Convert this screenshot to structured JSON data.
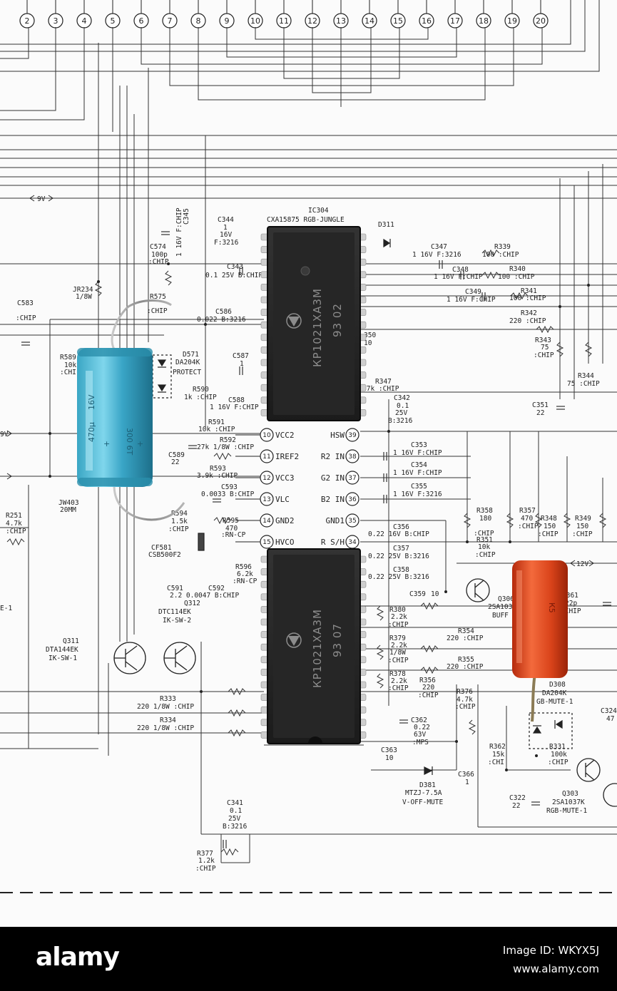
{
  "schematic": {
    "top_pins": [
      "2",
      "3",
      "4",
      "5",
      "6",
      "7",
      "8",
      "9",
      "10",
      "11",
      "12",
      "13",
      "14",
      "15",
      "16",
      "17",
      "18",
      "19",
      "20"
    ],
    "rail_9v": "9V",
    "rail_12v": "12V",
    "ic_top_title": "IC304",
    "ic_top_subtitle": "CXA15875 RGB-JUNGLE",
    "pins_left": [
      {
        "num": "10",
        "name": "VCC2"
      },
      {
        "num": "11",
        "name": "IREF2"
      },
      {
        "num": "12",
        "name": "VCC3"
      },
      {
        "num": "13",
        "name": "VLC"
      },
      {
        "num": "14",
        "name": "GND2"
      },
      {
        "num": "15",
        "name": "HVCO"
      }
    ],
    "pins_right": [
      {
        "num": "39",
        "name": "HSW"
      },
      {
        "num": "38",
        "name": "R2 IN"
      },
      {
        "num": "37",
        "name": "G2 IN"
      },
      {
        "num": "36",
        "name": "B2 IN"
      },
      {
        "num": "35",
        "name": "GND1"
      },
      {
        "num": "34",
        "name": "R S/H"
      }
    ],
    "labels": {
      "c344": "C344",
      "c344_v": "1",
      "c344_r": "16V",
      "c344_p": "F:3216",
      "c345": "C345",
      "c345_v": "1 16V F:CHIP",
      "c574": "C574",
      "c574_v": "100p",
      "c574_p": ":CHIP",
      "c343": "C343",
      "c343_v": "0.1 25V B:CHIP",
      "d311": "D311",
      "c347": "C347",
      "c347_v": "1 16V F:3216",
      "r339": "R339",
      "r339_v": "100 :CHIP",
      "c348": "C348",
      "c348_v": "1 16V F:CHIP",
      "r340": "R340",
      "r340_v": "100 :CHIP",
      "c349": "C349",
      "c349_v": "1 16V F:CHIP",
      "r341": "R341",
      "r341_v": "100 :CHIP",
      "r342": "R342",
      "r342_v": "220 :CHIP",
      "r343": "R343",
      "r343_v": "75",
      "r343_p": ":CHIP",
      "r344": "R344",
      "r344_v": "75 :CHIP",
      "jr234": "JR234",
      "jr234_v": "1/8W",
      "r575": "R575",
      "r575_v": ":CHIP",
      "c583": "C583",
      "c583_p": ":CHIP",
      "c586": "C586",
      "c586_v": "0.022 B:3216",
      "c587": "C587",
      "c587_v": "1",
      "d571": "D571",
      "d571_v": "DA204K",
      "d571_p": "PROTECT",
      "r589": "R589",
      "r589_v": "10k",
      "r589_p": ":CHI",
      "r590": "R590",
      "r590_v": "1k :CHIP",
      "c588": "C588",
      "c588_v": "1 16V F:CHIP",
      "r350": "350",
      "r350_v": "10",
      "r347": "R347",
      "r347_v": "27k :CHIP",
      "c342": "C342",
      "c342_v": "0.1",
      "c342_r": "25V",
      "c342_p": "B:3216",
      "c351": "C351",
      "c351_v": "22",
      "r591": "R591",
      "r591_v": "10k :CHIP",
      "r592": "R592",
      "r592_v": "27k 1/8W :CHIP",
      "c589": "C589",
      "c589_v": "22",
      "r593": "R593",
      "r593_v": "3.9k :CHIP",
      "c593": "C593",
      "c593_v": "0.0033 B:CHIP",
      "jw403": "JW403",
      "jw403_v": "20MM",
      "r594": "R594",
      "r594_v": "1.5k",
      "r594_p": ":CHIP",
      "r595": "R595",
      "r595_v": "470",
      "r595_p": ":RN-CP",
      "cf581": "CF581",
      "cf581_v": "CSB500F2",
      "r596": "R596",
      "r596_v": "6.2k",
      "r596_p": ":RN-CP",
      "c591": "C591",
      "c591_v": "2.2 0.0047 B:CHIP",
      "c592": "C592",
      "q312": "Q312",
      "q312_v": "DTC114EK",
      "q312_p": "IK-SW-2",
      "q311": "Q311",
      "q311_v": "DTA144EK",
      "q311_p": "IK-SW-1",
      "r251": "R251",
      "r251_v": "4.7k",
      "r251_p": ":CHIP",
      "c353": "C353",
      "c353_v": "1 16V F:CHIP",
      "c354": "C354",
      "c354_v": "1 16V F:CHIP",
      "c355": "C355",
      "c355_v": "1 16V F:3216",
      "c356": "C356",
      "c356_v": "0.22 16V B:CHIP",
      "c357": "C357",
      "c357_v": "0.22 25V B:3216",
      "c358": "C358",
      "c358_v": "0.22 25V B:3216",
      "c359": "C359",
      "c359_v": "10",
      "r358": "R358",
      "r358_v": "180",
      "r358_p": ":CHIP",
      "r357": "R357",
      "r357_v": "470",
      "r357_p": ":CHIP",
      "r348": "R348",
      "r348_v": "150",
      "r348_p": ":CHIP",
      "r349": "R349",
      "r349_v": "150",
      "r349_p": ":CHIP",
      "r351": "R351",
      "r351_v": "10k",
      "r351_p": ":CHIP",
      "q306": "Q306",
      "q306_v": "2SA103",
      "q306_p": "BUFF",
      "c361": "C361",
      "c361_v": "22p",
      "c361_p": ":CHIP",
      "r380": "R380",
      "r380_v": "2.2k",
      "r380_p": ":CHIP",
      "r379": "R379",
      "r379_v": "2.2k",
      "r379_r": "1/8W",
      "r379_p": ":CHIP",
      "r378": "R378",
      "r378_v": "2.2k",
      "r378_p": ":CHIP",
      "r354": "R354",
      "r354_v": "220 :CHIP",
      "r355": "R355",
      "r355_v": "220 :CHIP",
      "r356": "R356",
      "r356_v": "220",
      "r356_p": ":CHIP",
      "r376": "R376",
      "r376_v": "4.7k",
      "r376_p": ":CHIP",
      "d308": "D308",
      "d308_v": "DA204K",
      "d308_p": "GB-MUTE-1",
      "r333": "R333",
      "r333_v": "220 1/8W :CHIP",
      "r334": "R334",
      "r334_v": "220 1/8W :CHIP",
      "c362": "C362",
      "c362_v": "0.22",
      "c362_r": "63V",
      "c362_p": ":MPS",
      "c363": "C363",
      "c363_v": "10",
      "c366": "C366",
      "c366_v": "1",
      "r362": "R362",
      "r362_v": "15k",
      "r362_p": ":CHI",
      "r331": "R331",
      "r331_v": "100k",
      "r331_p": ":CHIP",
      "d381": "D381",
      "d381_v": "MTZJ-7.5A",
      "d381_p": "V-OFF-MUTE",
      "c322": "C322",
      "c322_v": "22",
      "q303": "Q303",
      "q303_v": "2SA1037K",
      "q303_p": "RGB-MUTE-1",
      "c341": "C341",
      "c341_v": "0.1",
      "c341_r": "25V",
      "c341_p": "B:3216",
      "r377": "R377",
      "r377_v": "1.2k",
      "r377_p": ":CHIP",
      "c324": "C324",
      "c324_v": "47",
      "edge_e1": "E-1"
    }
  },
  "chips": {
    "top_marking": "КР1021ХА3М",
    "top_date": "93 02",
    "bottom_marking": "КР1021ХА3М",
    "bottom_date": "93 07"
  },
  "capacitor": {
    "marking_value": "470μ",
    "marking_voltage": "16V",
    "marking_brand": "300 6T"
  },
  "resistor": {
    "marking": "К5"
  },
  "footer": {
    "brand": "alamy",
    "stock_id": "Image ID: WKYX5J",
    "url": "www.alamy.com"
  }
}
